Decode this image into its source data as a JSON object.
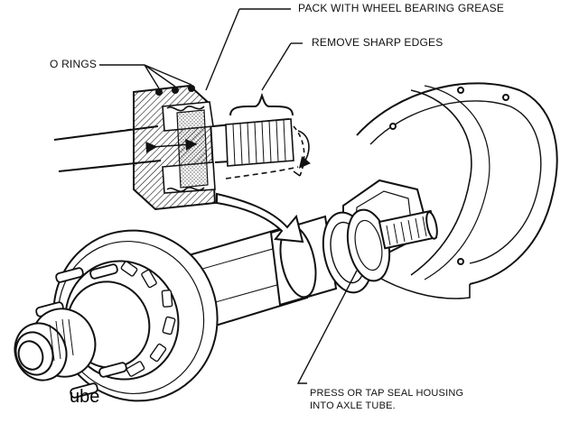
{
  "labels": {
    "grease": "PACK WITH WHEEL BEARING GREASE",
    "edges": "REMOVE SHARP EDGES",
    "orings": "O RINGS",
    "press_line1": "PRESS OR TAP SEAL HOUSING",
    "press_line2": "INTO AXLE TUBE."
  },
  "fragment_text": "ube",
  "colors": {
    "ink": "#111111",
    "grease_dots": "#555555",
    "paper": "#ffffff"
  }
}
